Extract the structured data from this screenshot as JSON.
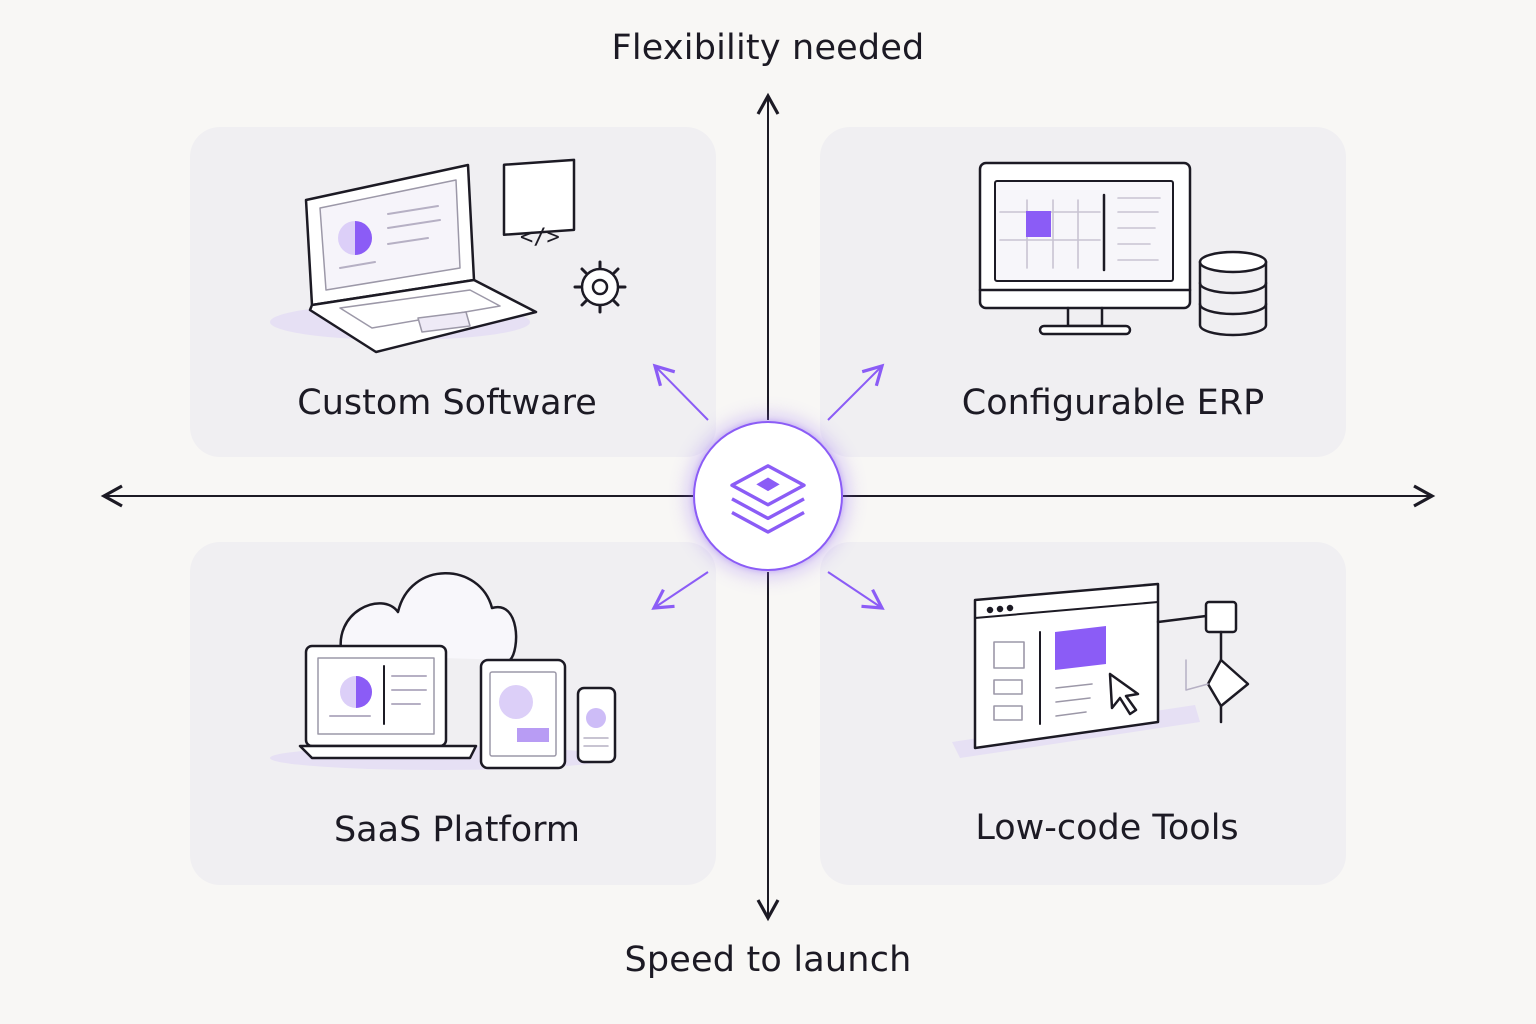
{
  "axis": {
    "top_label": "Flexibility needed",
    "bottom_label": "Speed to launch"
  },
  "quadrants": {
    "top_left": {
      "label": "Custom Software",
      "icon": "laptop-code-gear-icon"
    },
    "top_right": {
      "label": "Configurable ERP",
      "icon": "monitor-database-icon"
    },
    "bottom_left": {
      "label": "SaaS Platform",
      "icon": "cloud-devices-icon"
    },
    "bottom_right": {
      "label": "Low-code Tools",
      "icon": "browser-workflow-icon"
    }
  },
  "hub": {
    "icon": "layers-stack-icon"
  },
  "colors": {
    "accent": "#8b5cf6",
    "accent_light": "#cdbcf7",
    "line": "#1c1a24",
    "panel": "#f0eff2",
    "background": "#f8f7f5"
  }
}
